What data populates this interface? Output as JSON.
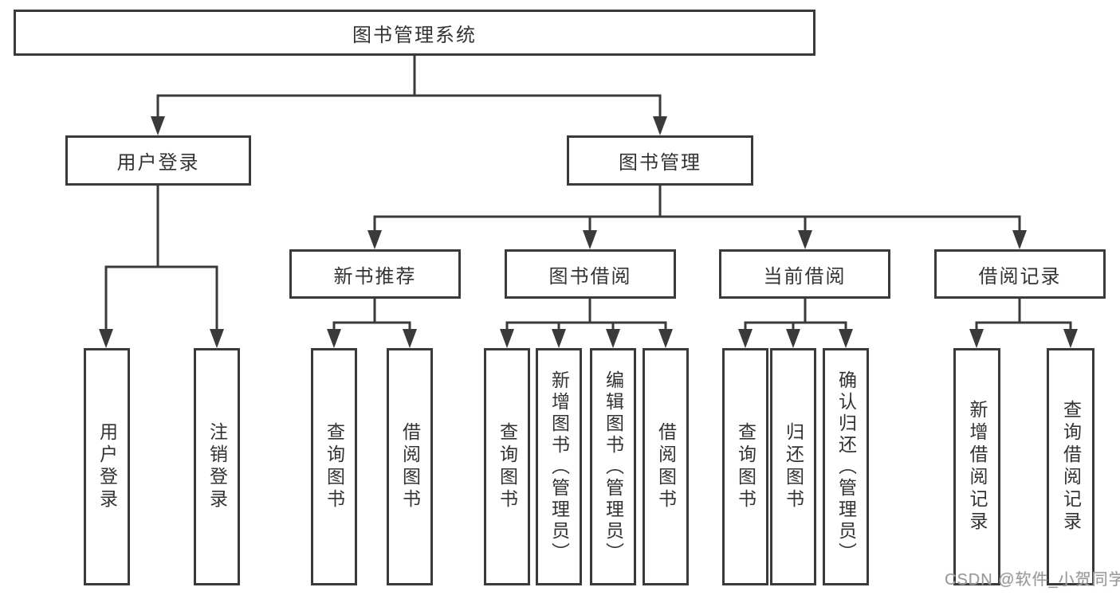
{
  "diagram_title": "图书管理系统",
  "tree": {
    "root": {
      "label": "图书管理系统",
      "children": [
        {
          "label": "用户登录",
          "children": [
            {
              "label": "用户登录"
            },
            {
              "label": "注销登录"
            }
          ]
        },
        {
          "label": "图书管理",
          "children": [
            {
              "label": "新书推荐",
              "children": [
                {
                  "label": "查询图书"
                },
                {
                  "label": "借阅图书"
                }
              ]
            },
            {
              "label": "图书借阅",
              "children": [
                {
                  "label": "查询图书"
                },
                {
                  "label": "新增图书（管理员）"
                },
                {
                  "label": "编辑图书（管理员）"
                },
                {
                  "label": "借阅图书"
                }
              ]
            },
            {
              "label": "当前借阅",
              "children": [
                {
                  "label": "查询图书"
                },
                {
                  "label": "归还图书"
                },
                {
                  "label": "确认归还（管理员）"
                }
              ]
            },
            {
              "label": "借阅记录",
              "children": [
                {
                  "label": "新增借阅记录"
                },
                {
                  "label": "查询借阅记录"
                }
              ]
            }
          ]
        }
      ]
    }
  },
  "watermark": "CSDN @软件_小贺同学",
  "colors": {
    "line": "#3a3a3a",
    "box_border": "#3a3a3a",
    "box_fill": "#ffffff",
    "text": "#333333",
    "watermark": "#9a9a9a",
    "background": "#ffffff"
  }
}
